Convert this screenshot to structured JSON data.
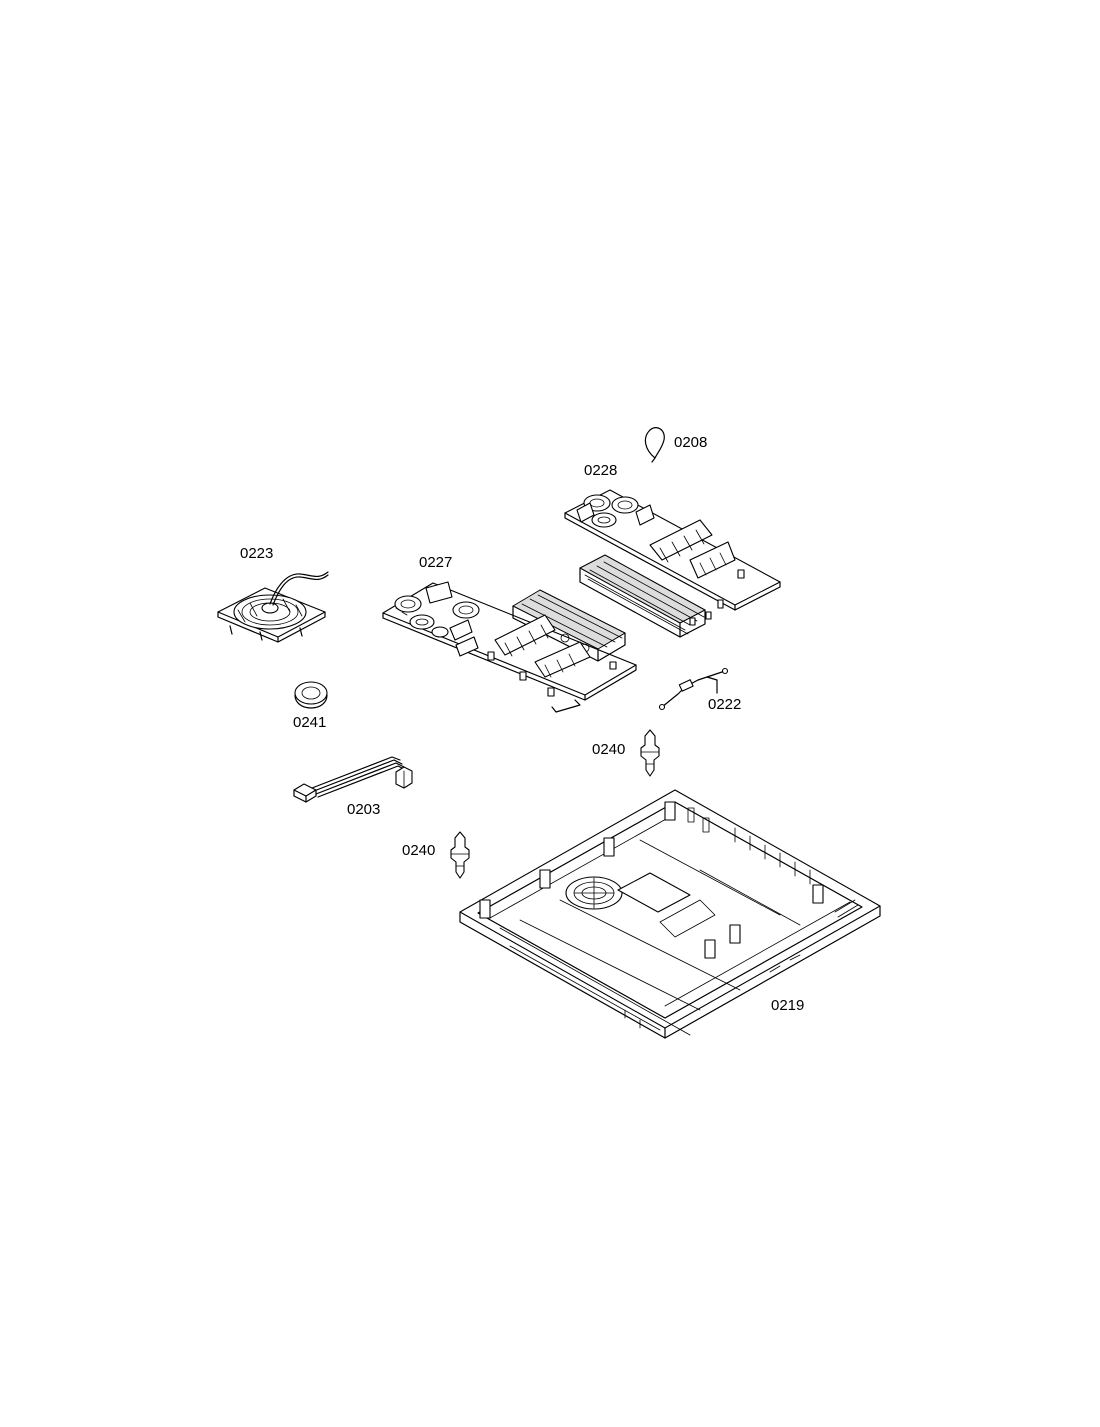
{
  "parts": [
    {
      "id": "p0208",
      "label": "0208"
    },
    {
      "id": "p0228",
      "label": "0228"
    },
    {
      "id": "p0223",
      "label": "0223"
    },
    {
      "id": "p0227",
      "label": "0227"
    },
    {
      "id": "p0241",
      "label": "0241"
    },
    {
      "id": "p0222",
      "label": "0222"
    },
    {
      "id": "p0240a",
      "label": "0240"
    },
    {
      "id": "p0203",
      "label": "0203"
    },
    {
      "id": "p0240b",
      "label": "0240"
    },
    {
      "id": "p0219",
      "label": "0219"
    }
  ]
}
